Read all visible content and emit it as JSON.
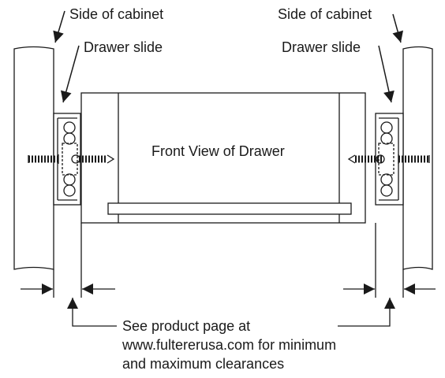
{
  "labels": {
    "side_of_cabinet_left": "Side of cabinet",
    "side_of_cabinet_right": "Side of cabinet",
    "drawer_slide_left": "Drawer slide",
    "drawer_slide_right": "Drawer slide",
    "front_view": "Front View of Drawer"
  },
  "note": {
    "line1": "See product page at",
    "line2": "www.fultererusa.com for minimum",
    "line3": "and maximum clearances"
  },
  "colors": {
    "line": "#1a1a1a",
    "background": "#ffffff"
  }
}
